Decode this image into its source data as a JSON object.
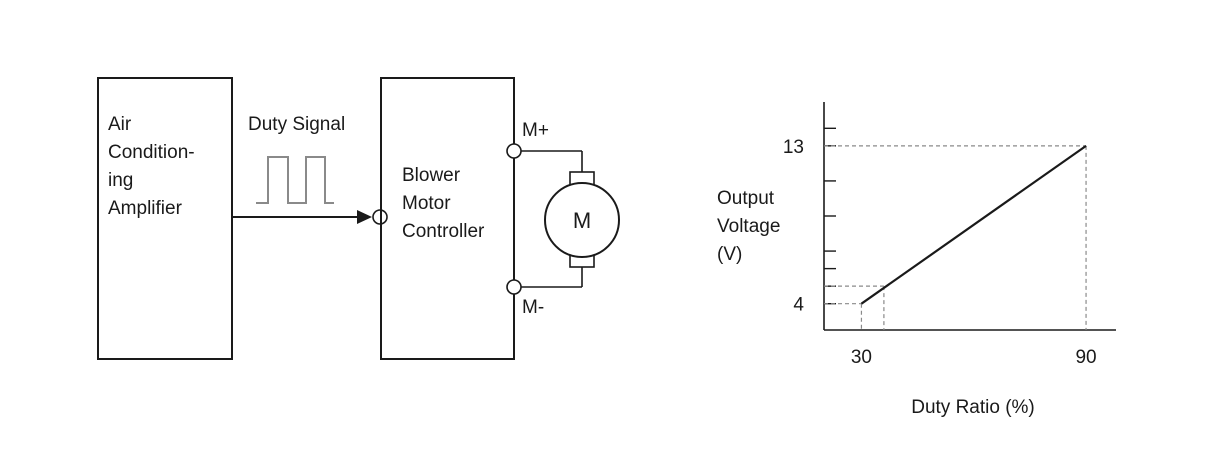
{
  "block_diagram": {
    "amplifier_label": [
      "Air",
      "Condition-",
      "ing",
      "Amplifier"
    ],
    "signal_label": "Duty Signal",
    "controller_label": [
      "Blower",
      "Motor",
      "Controller"
    ],
    "terminal_plus": "M+",
    "terminal_minus": "M-",
    "motor_symbol": "M"
  },
  "chart_data": {
    "type": "line",
    "xlabel": "Duty Ratio (%)",
    "ylabel_lines": [
      "Output",
      "Voltage",
      "(V)"
    ],
    "x_ticks": [
      "30",
      "90"
    ],
    "y_ticks": [
      "4",
      "13"
    ],
    "xlim": [
      20,
      98
    ],
    "ylim": [
      2.5,
      15.5
    ],
    "series": [
      {
        "x": [
          30,
          90
        ],
        "y": [
          4,
          13
        ]
      }
    ],
    "reference_lines": [
      {
        "x": 30,
        "y": 4
      },
      {
        "x": 36,
        "y": 5
      },
      {
        "x": 90,
        "y": 13
      }
    ],
    "y_minor_ticks": [
      4,
      5,
      6,
      7,
      9,
      11,
      13,
      14
    ]
  },
  "colors": {
    "line": "#1a1a1a",
    "dashed": "#8a8a8a"
  }
}
